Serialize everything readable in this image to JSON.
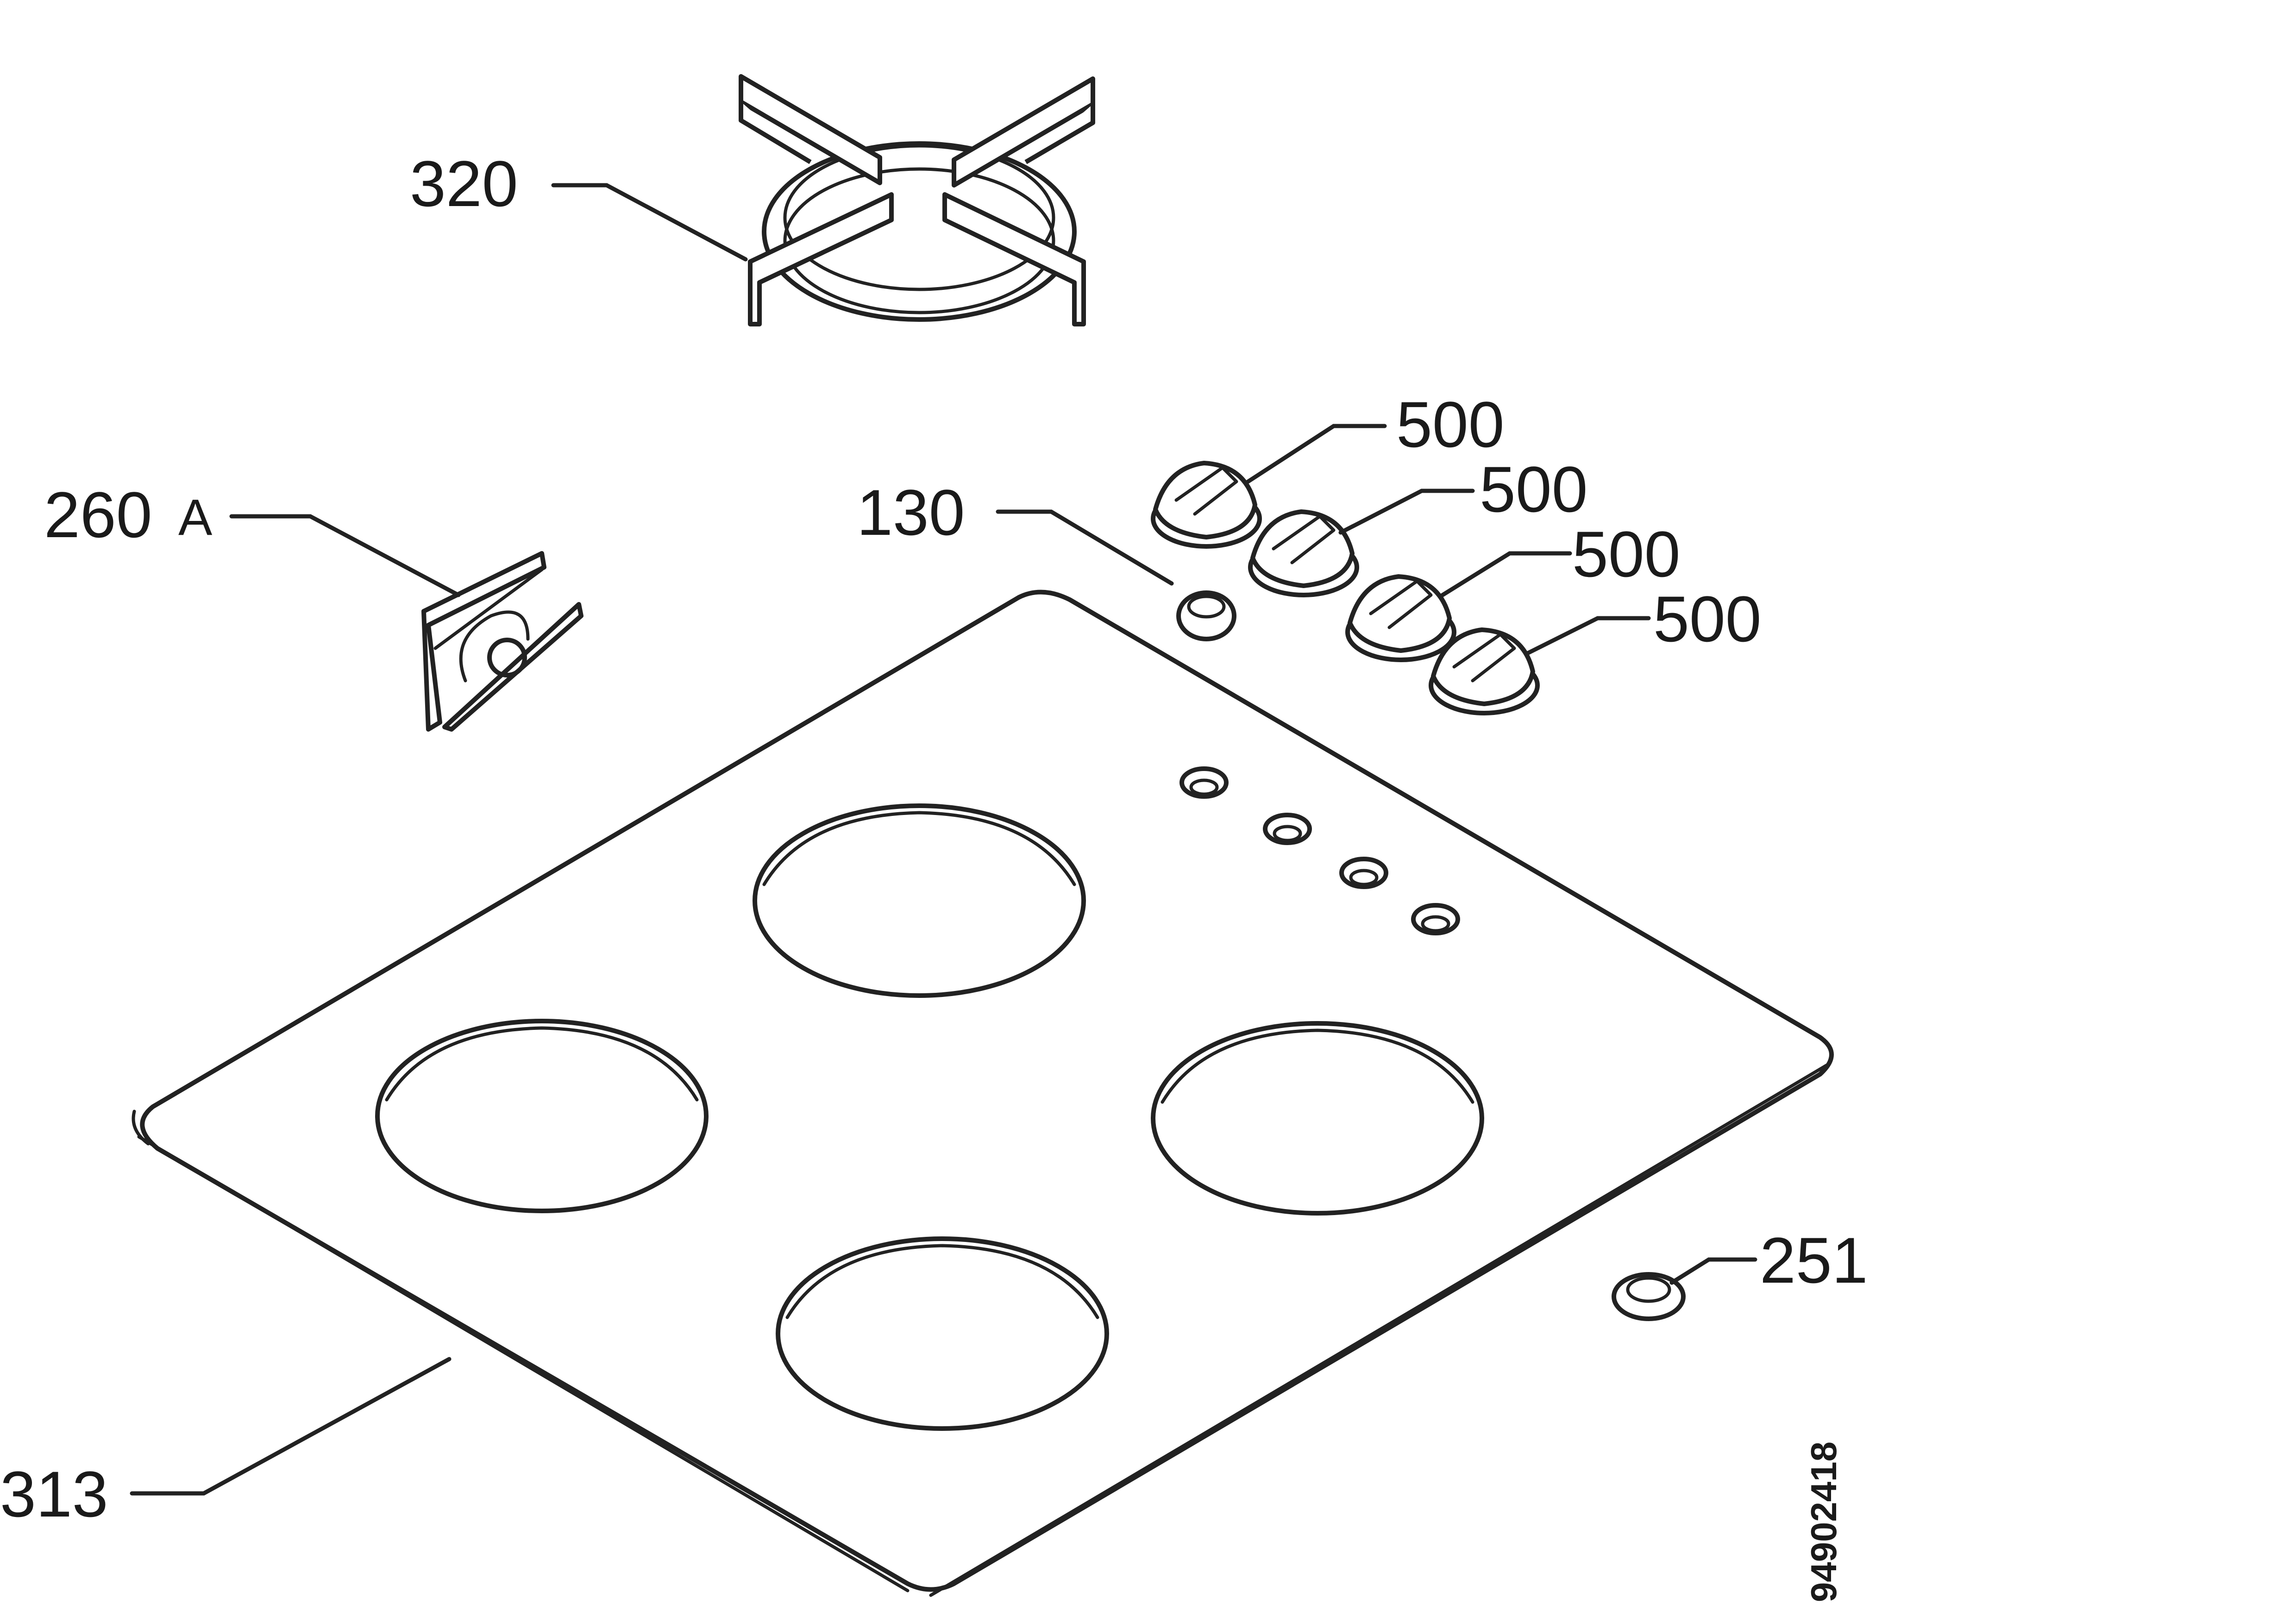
{
  "labels": {
    "pan_support": "320",
    "bracket": "260",
    "bracket_suffix": "A",
    "injector": "130",
    "knob_1": "500",
    "knob_2": "500",
    "knob_3": "500",
    "knob_4": "500",
    "foot": "251",
    "hob_top": "313"
  },
  "drawing_code": "94902418",
  "colors": {
    "line": "#222222",
    "background": "#ffffff"
  }
}
